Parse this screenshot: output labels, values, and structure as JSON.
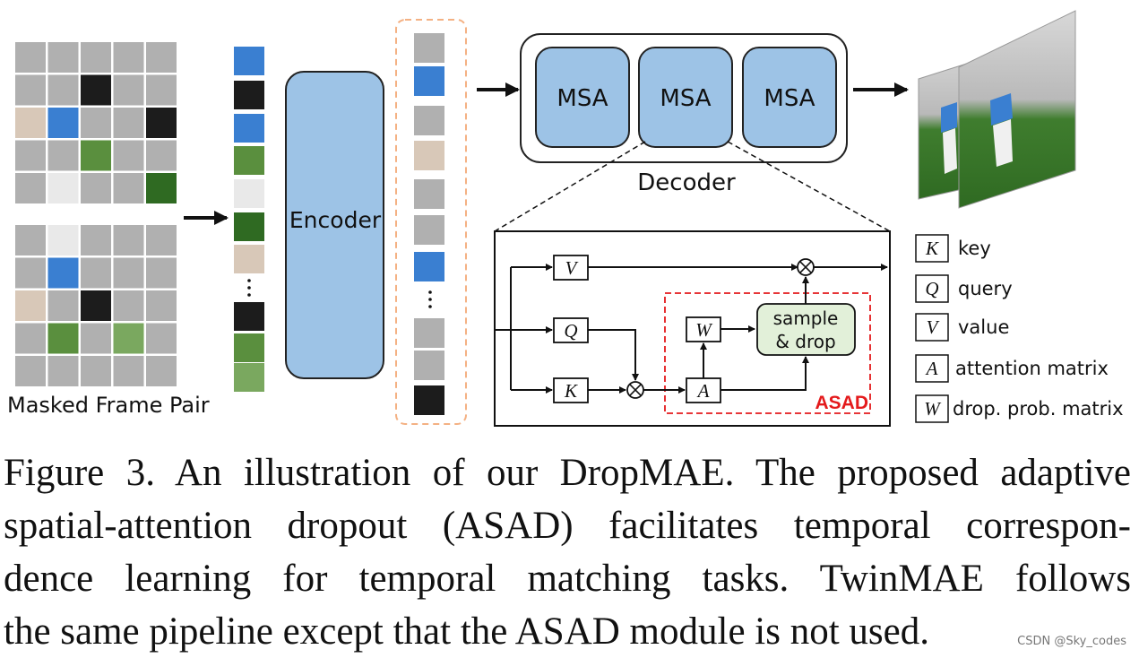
{
  "diagram": {
    "input_label": "Masked Frame Pair",
    "encoder_label": "Encoder",
    "decoder_label": "Decoder",
    "msa_blocks": [
      "MSA",
      "MSA",
      "MSA"
    ],
    "asad": {
      "inputs": [
        "V",
        "Q",
        "K"
      ],
      "attention_label": "A",
      "drop_prob_label": "W",
      "sample_drop_line1": "sample",
      "sample_drop_line2": "& drop",
      "module_label": "ASAD",
      "multiply_symbol": "⊗"
    },
    "colors": {
      "block_fill": "#9dc3e6",
      "sample_drop_fill": "#e2f0d9",
      "asad_red": "#e41a1c",
      "token_border": "#f4b183",
      "masked_patch": "#b0b0b0"
    },
    "legend": [
      {
        "symbol": "K",
        "text": "key"
      },
      {
        "symbol": "Q",
        "text": "query"
      },
      {
        "symbol": "V",
        "text": "value"
      },
      {
        "symbol": "A",
        "text": "attention matrix"
      },
      {
        "symbol": "W",
        "text": "drop. prob. matrix"
      }
    ]
  },
  "caption": {
    "lines": [
      "Figure 3. An illustration of our DropMAE. The proposed adaptive",
      "spatial-attention dropout (ASAD) facilitates temporal correspon-",
      "dence learning for temporal matching tasks.  TwinMAE follows",
      "the same pipeline except that the ASAD module is not used."
    ]
  },
  "watermark": "CSDN @Sky_codes"
}
